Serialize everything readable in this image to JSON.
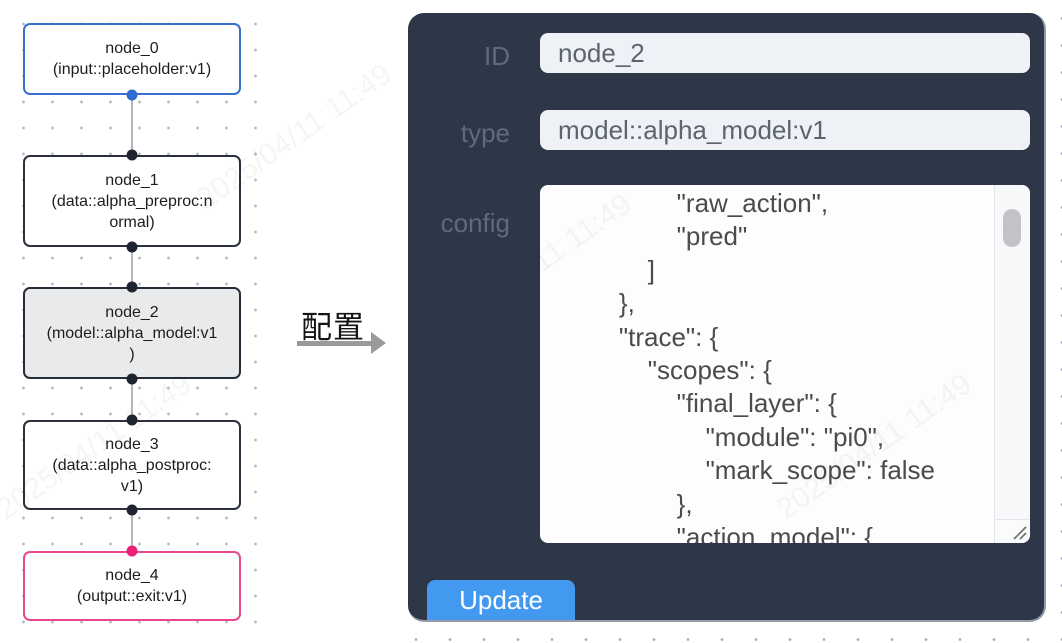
{
  "flow": {
    "nodes": [
      {
        "id": "node_0",
        "kind": "input",
        "lines": [
          "node_0",
          "(input::placeholder:v1)"
        ]
      },
      {
        "id": "node_1",
        "kind": "data",
        "lines": [
          "node_1",
          "(data::alpha_preproc:n",
          "ormal)"
        ]
      },
      {
        "id": "node_2",
        "kind": "model",
        "selected": true,
        "lines": [
          "node_2",
          "(model::alpha_model:v1",
          ")"
        ]
      },
      {
        "id": "node_3",
        "kind": "data",
        "lines": [
          "node_3",
          "(data::alpha_postproc:",
          "v1)"
        ]
      },
      {
        "id": "node_4",
        "kind": "output",
        "lines": [
          "node_4",
          "(output::exit:v1)"
        ]
      }
    ]
  },
  "transfer": {
    "label": "配置"
  },
  "panel": {
    "fields": {
      "id": {
        "label": "ID",
        "value": "node_2"
      },
      "type": {
        "label": "type",
        "value": "model::alpha_model:v1"
      },
      "config": {
        "label": "config",
        "value": "            \"raw_action\",\n            \"pred\"\n        ]\n    },\n    \"trace\": {\n        \"scopes\": {\n            \"final_layer\": {\n                \"module\": \"pi0\",\n                \"mark_scope\": false\n            },\n            \"action_model\": {"
      }
    },
    "update_button": "Update"
  },
  "watermark": "2025/04/11 11:49",
  "colors": {
    "panel_bg": "#2d3748",
    "button_blue": "#4398f0",
    "node_input_border": "#3a6fd2",
    "node_default_border": "#2b313c",
    "node_output_border": "#e9468d",
    "node_selected_bg": "#e9eaec",
    "port_dark": "#1e2430",
    "port_blue": "#2f6ad2",
    "port_pink": "#ec1e78",
    "input_bg": "#eef1f6"
  }
}
